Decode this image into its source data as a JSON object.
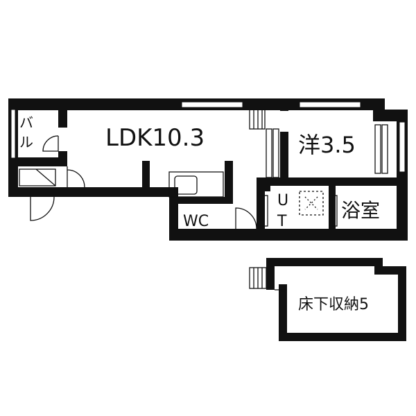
{
  "rooms": {
    "balcony": "バ\nル",
    "ldk": "LDK10.3",
    "western": "洋3.5",
    "bath": "浴室",
    "wc": "WC",
    "utility": "U\nT",
    "storage": "床下収納5"
  },
  "colors": {
    "wall": "#111111",
    "fixture": "#111111",
    "background": "#ffffff"
  }
}
